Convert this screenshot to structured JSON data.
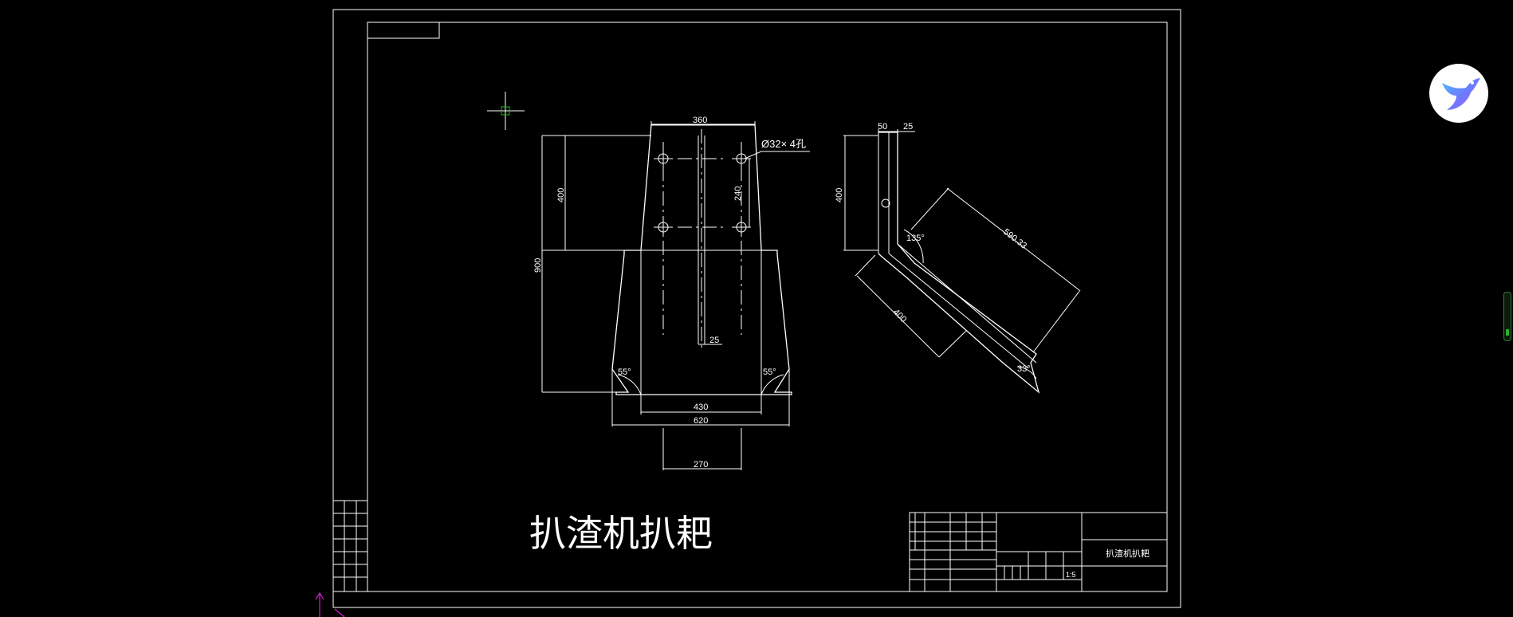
{
  "drawing": {
    "title": "扒渣机扒耙",
    "hole_callout": "Ø32× 4孔",
    "dimensions": {
      "top_width": "360",
      "hole_spacing": "240",
      "upper_height": "400",
      "total_height": "900",
      "rib_width": "25",
      "bottom_inner": "430",
      "bottom_outer": "620",
      "base_width": "270",
      "left_angle": "55°",
      "right_angle": "55°",
      "side_flange": "50",
      "side_thickness": "25",
      "side_height": "400",
      "bend_angle": "135°",
      "long_length": "590.33",
      "short_length": "400",
      "tip_angle": "33°"
    },
    "title_block": {
      "scale": "1:5",
      "drawing_name": "扒渣机扒耙"
    }
  },
  "colors": {
    "background": "#000000",
    "lines": "#ffffff",
    "cursor": "#16c216",
    "ucs": "#d11ad1"
  },
  "icons": {
    "app_logo": "feishu-bird-icon",
    "cursor": "crosshair-cursor-icon",
    "ucs": "ucs-axis-icon"
  }
}
